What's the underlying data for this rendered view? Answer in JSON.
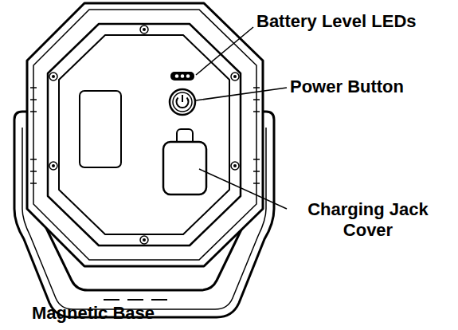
{
  "diagram": {
    "labels": [
      "Battery Level LEDs",
      "Power Button",
      "Charging Jack Cover",
      "Magnetic Base"
    ]
  }
}
